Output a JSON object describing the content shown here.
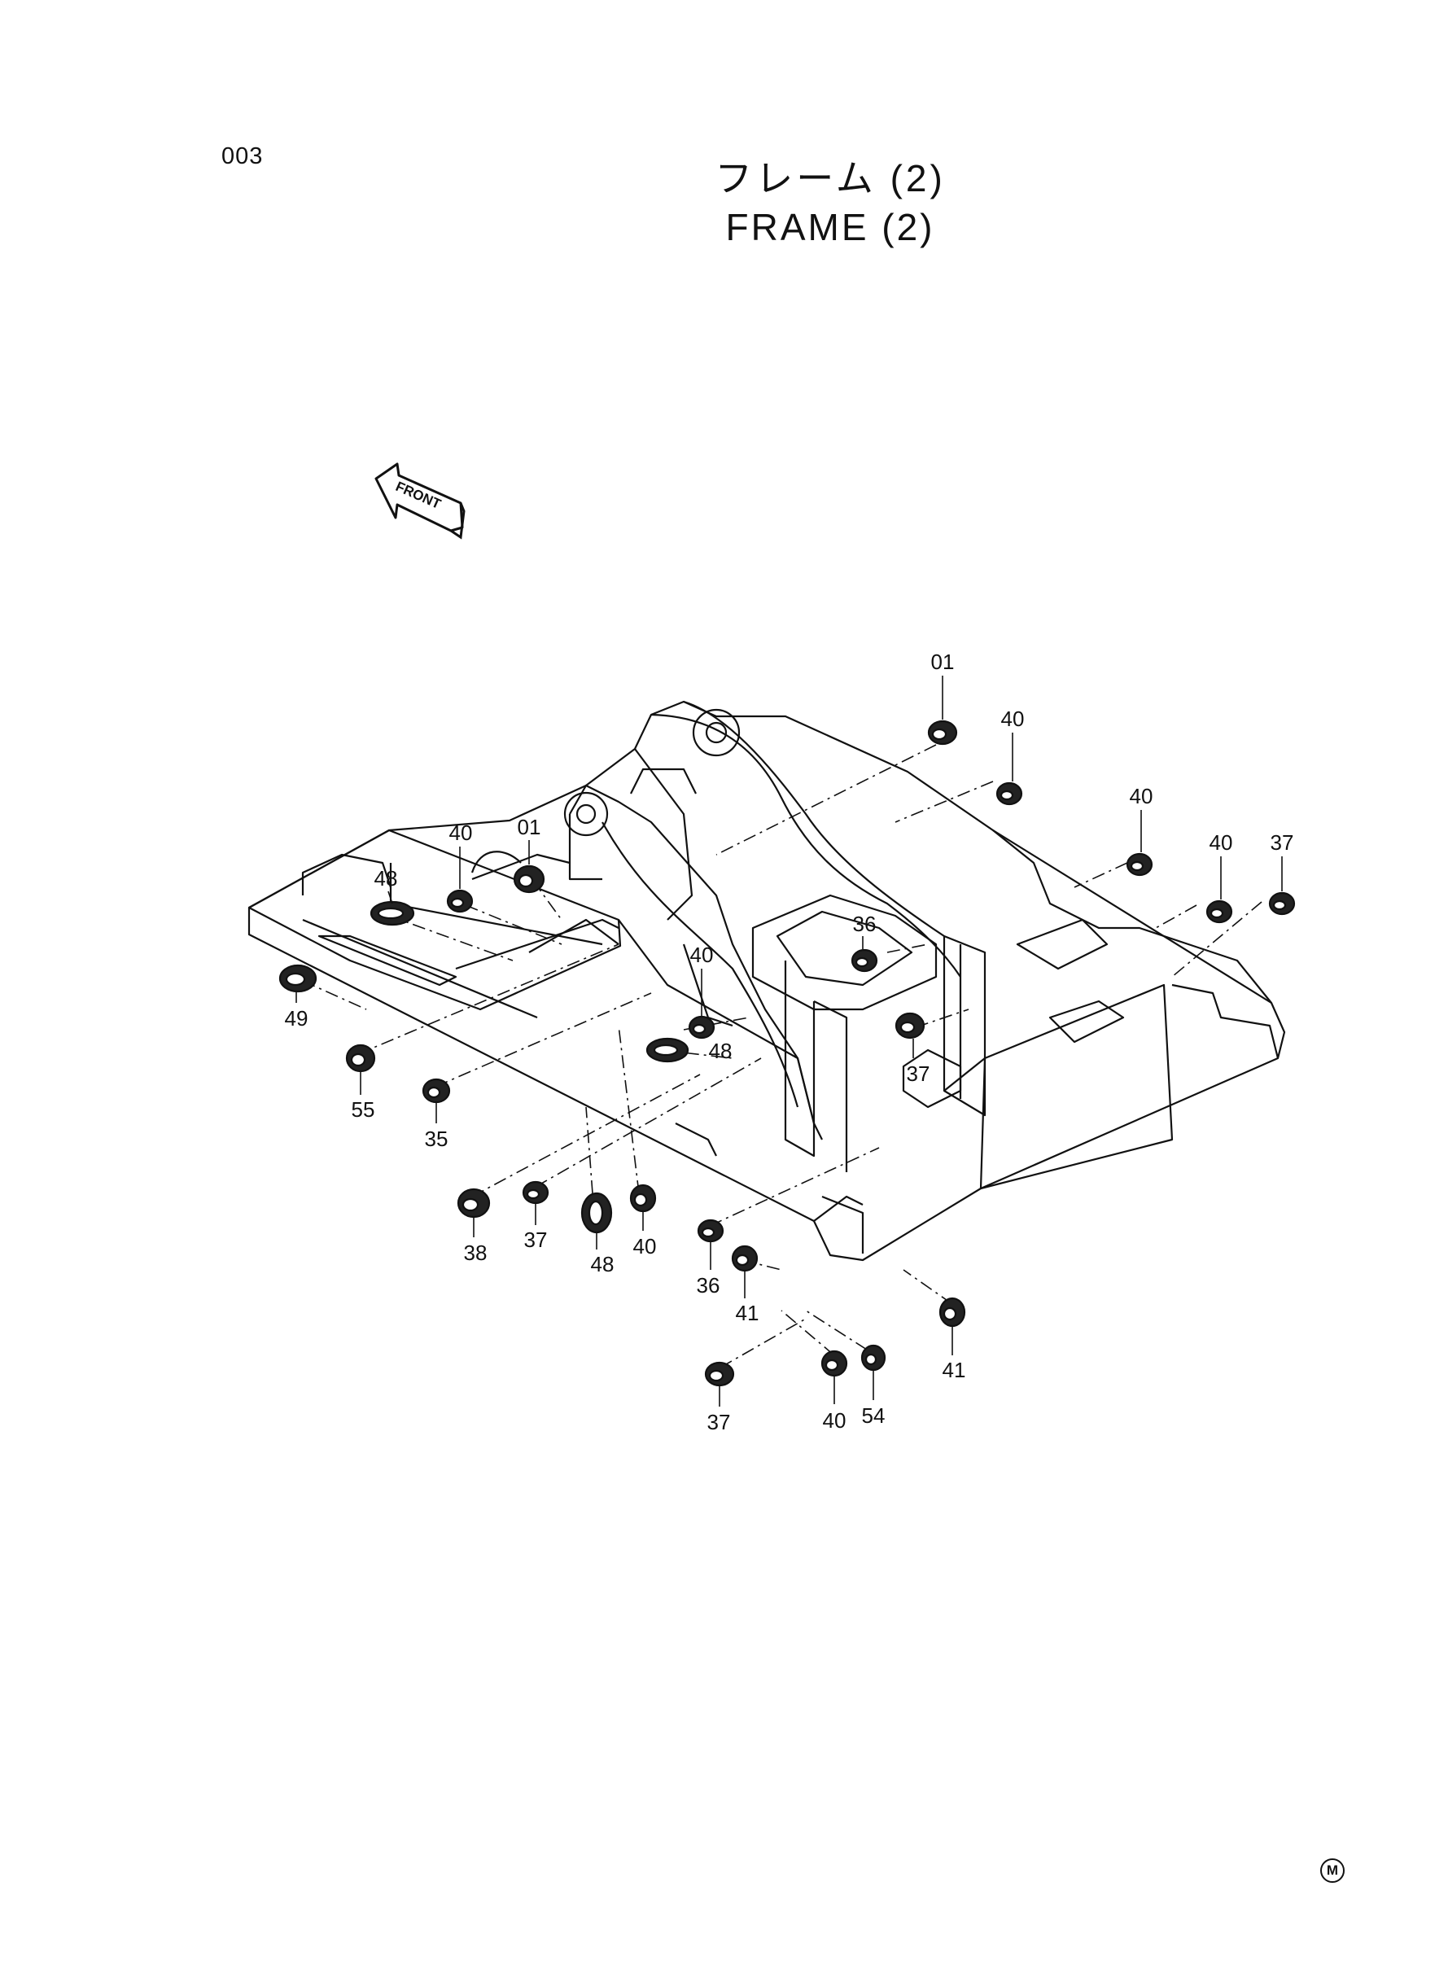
{
  "page_code": "003",
  "title_jp": "フレーム (2)",
  "title_en": "FRAME (2)",
  "front_label": "FRONT",
  "corner_mark": "M",
  "callouts": {
    "c01a": "01",
    "c40a": "40",
    "c40b": "40",
    "c40c": "40",
    "c37a": "37",
    "c40d": "40",
    "c01b": "01",
    "c48a": "48",
    "c49": "49",
    "c55": "55",
    "c35": "35",
    "c40e": "40",
    "c48b": "48",
    "c36a": "36",
    "c37b": "37",
    "c38": "38",
    "c37c": "37",
    "c48c": "48",
    "c40f": "40",
    "c36b": "36",
    "c41a": "41",
    "c41b": "41",
    "c37d": "37",
    "c40g": "40",
    "c54": "54"
  }
}
